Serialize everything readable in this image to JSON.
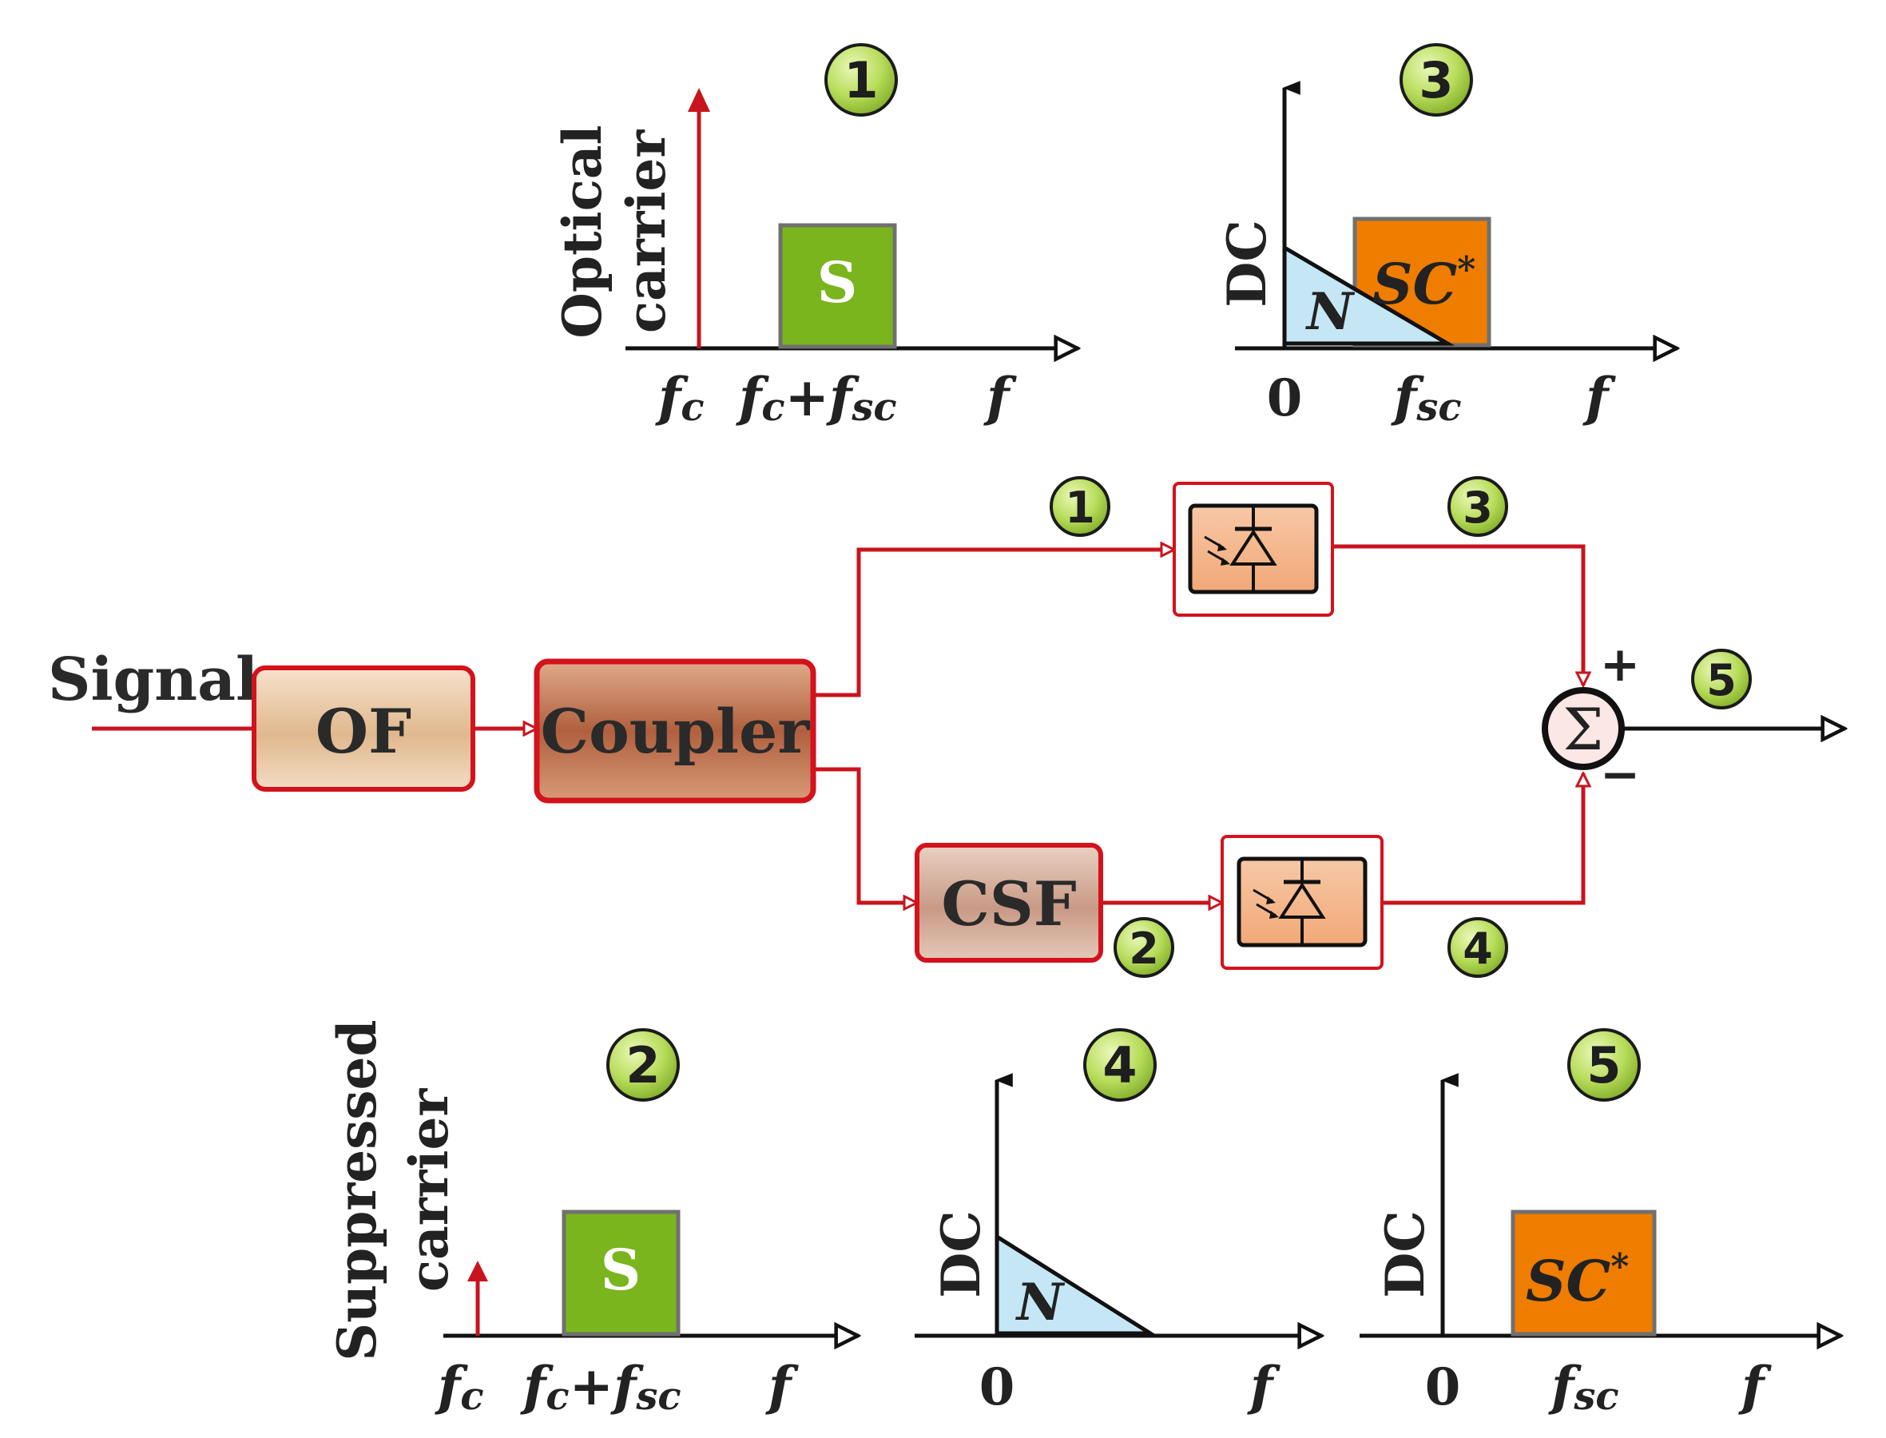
{
  "colors": {
    "signal_line": "#c8141e",
    "axis": "#111111",
    "green_block": "#7ab51d",
    "orange_block": "#ef7d00",
    "noise_fill": "#c5e6f4",
    "badge": "#b7dc5a"
  },
  "blocks": {
    "input_label": "Signal",
    "of": "OF",
    "coupler": "Coupler",
    "csf": "CSF",
    "sum_symbol": "Σ",
    "plus": "+",
    "minus": "−"
  },
  "photodiode_icon": "photodiode-icon",
  "markers": {
    "m1": "1",
    "m2": "2",
    "m3": "3",
    "m4": "4",
    "m5": "5"
  },
  "spectra": {
    "s1": {
      "marker": "1",
      "ylabel_line1": "Optical",
      "ylabel_line2": "carrier",
      "block_label": "S",
      "ticks": {
        "fc": "f",
        "fc_sub": "c",
        "fcfsc_f": "f",
        "fcfsc_sub": "c",
        "fcfsc_plus": "+",
        "fcfsc_f2": "f",
        "fcfsc_sub2": "sc",
        "f": "f"
      }
    },
    "s2": {
      "marker": "2",
      "ylabel_line1": "Suppressed",
      "ylabel_line2": "carrier",
      "block_label": "S",
      "ticks": {
        "fc": "f",
        "fc_sub": "c",
        "fcfsc_f": "f",
        "fcfsc_sub": "c",
        "fcfsc_plus": "+",
        "fcfsc_f2": "f",
        "fcfsc_sub2": "sc",
        "f": "f"
      }
    },
    "s3": {
      "marker": "3",
      "ylabel": "DC",
      "noise_label": "N",
      "block_label": "SC",
      "block_sup": "*",
      "ticks": {
        "zero": "0",
        "fsc": "f",
        "fsc_sub": "sc",
        "f": "f"
      }
    },
    "s4": {
      "marker": "4",
      "ylabel": "DC",
      "noise_label": "N",
      "ticks": {
        "zero": "0",
        "f": "f"
      }
    },
    "s5": {
      "marker": "5",
      "ylabel": "DC",
      "block_label": "SC",
      "block_sup": "*",
      "ticks": {
        "zero": "0",
        "fsc": "f",
        "fsc_sub": "sc",
        "f": "f"
      }
    }
  }
}
